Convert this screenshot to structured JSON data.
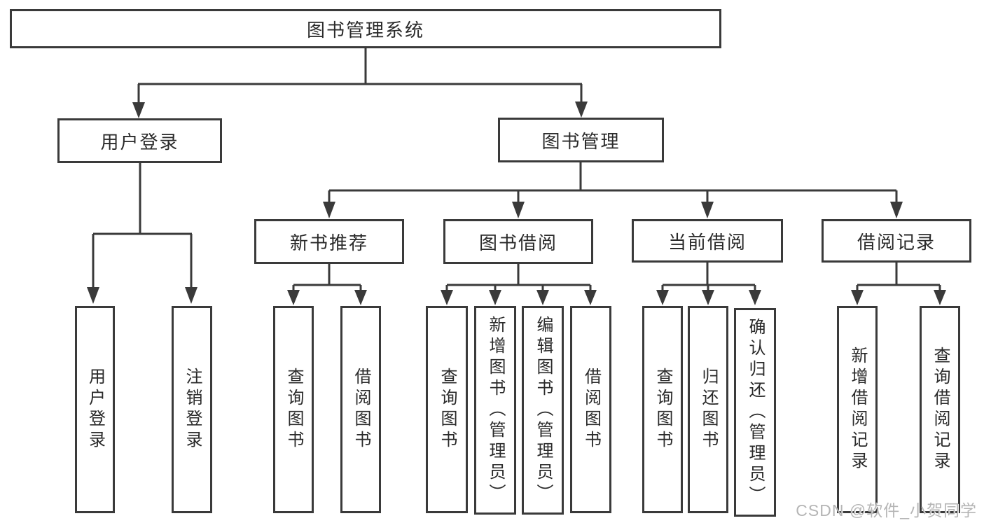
{
  "tree": {
    "label": "图书管理系统",
    "children": [
      {
        "label": "用户登录",
        "children": [
          {
            "label": "用户登录"
          },
          {
            "label": "注销登录"
          }
        ]
      },
      {
        "label": "图书管理",
        "children": [
          {
            "label": "新书推荐",
            "children": [
              {
                "label": "查询图书"
              },
              {
                "label": "借阅图书"
              }
            ]
          },
          {
            "label": "图书借阅",
            "children": [
              {
                "label": "查询图书"
              },
              {
                "label": "新增图书（管理员）"
              },
              {
                "label": "编辑图书（管理员）"
              },
              {
                "label": "借阅图书"
              }
            ]
          },
          {
            "label": "当前借阅",
            "children": [
              {
                "label": "查询图书"
              },
              {
                "label": "归还图书"
              },
              {
                "label": "确认归还（管理员）"
              }
            ]
          },
          {
            "label": "借阅记录",
            "children": [
              {
                "label": "新增借阅记录"
              },
              {
                "label": "查询借阅记录"
              }
            ]
          }
        ]
      }
    ]
  },
  "watermark": "CSDN @软件_小贺同学",
  "colors": {
    "line": "#3a3a3a",
    "text": "#2a2a2a",
    "watermark": "#b5b5b5",
    "background": "#ffffff"
  }
}
